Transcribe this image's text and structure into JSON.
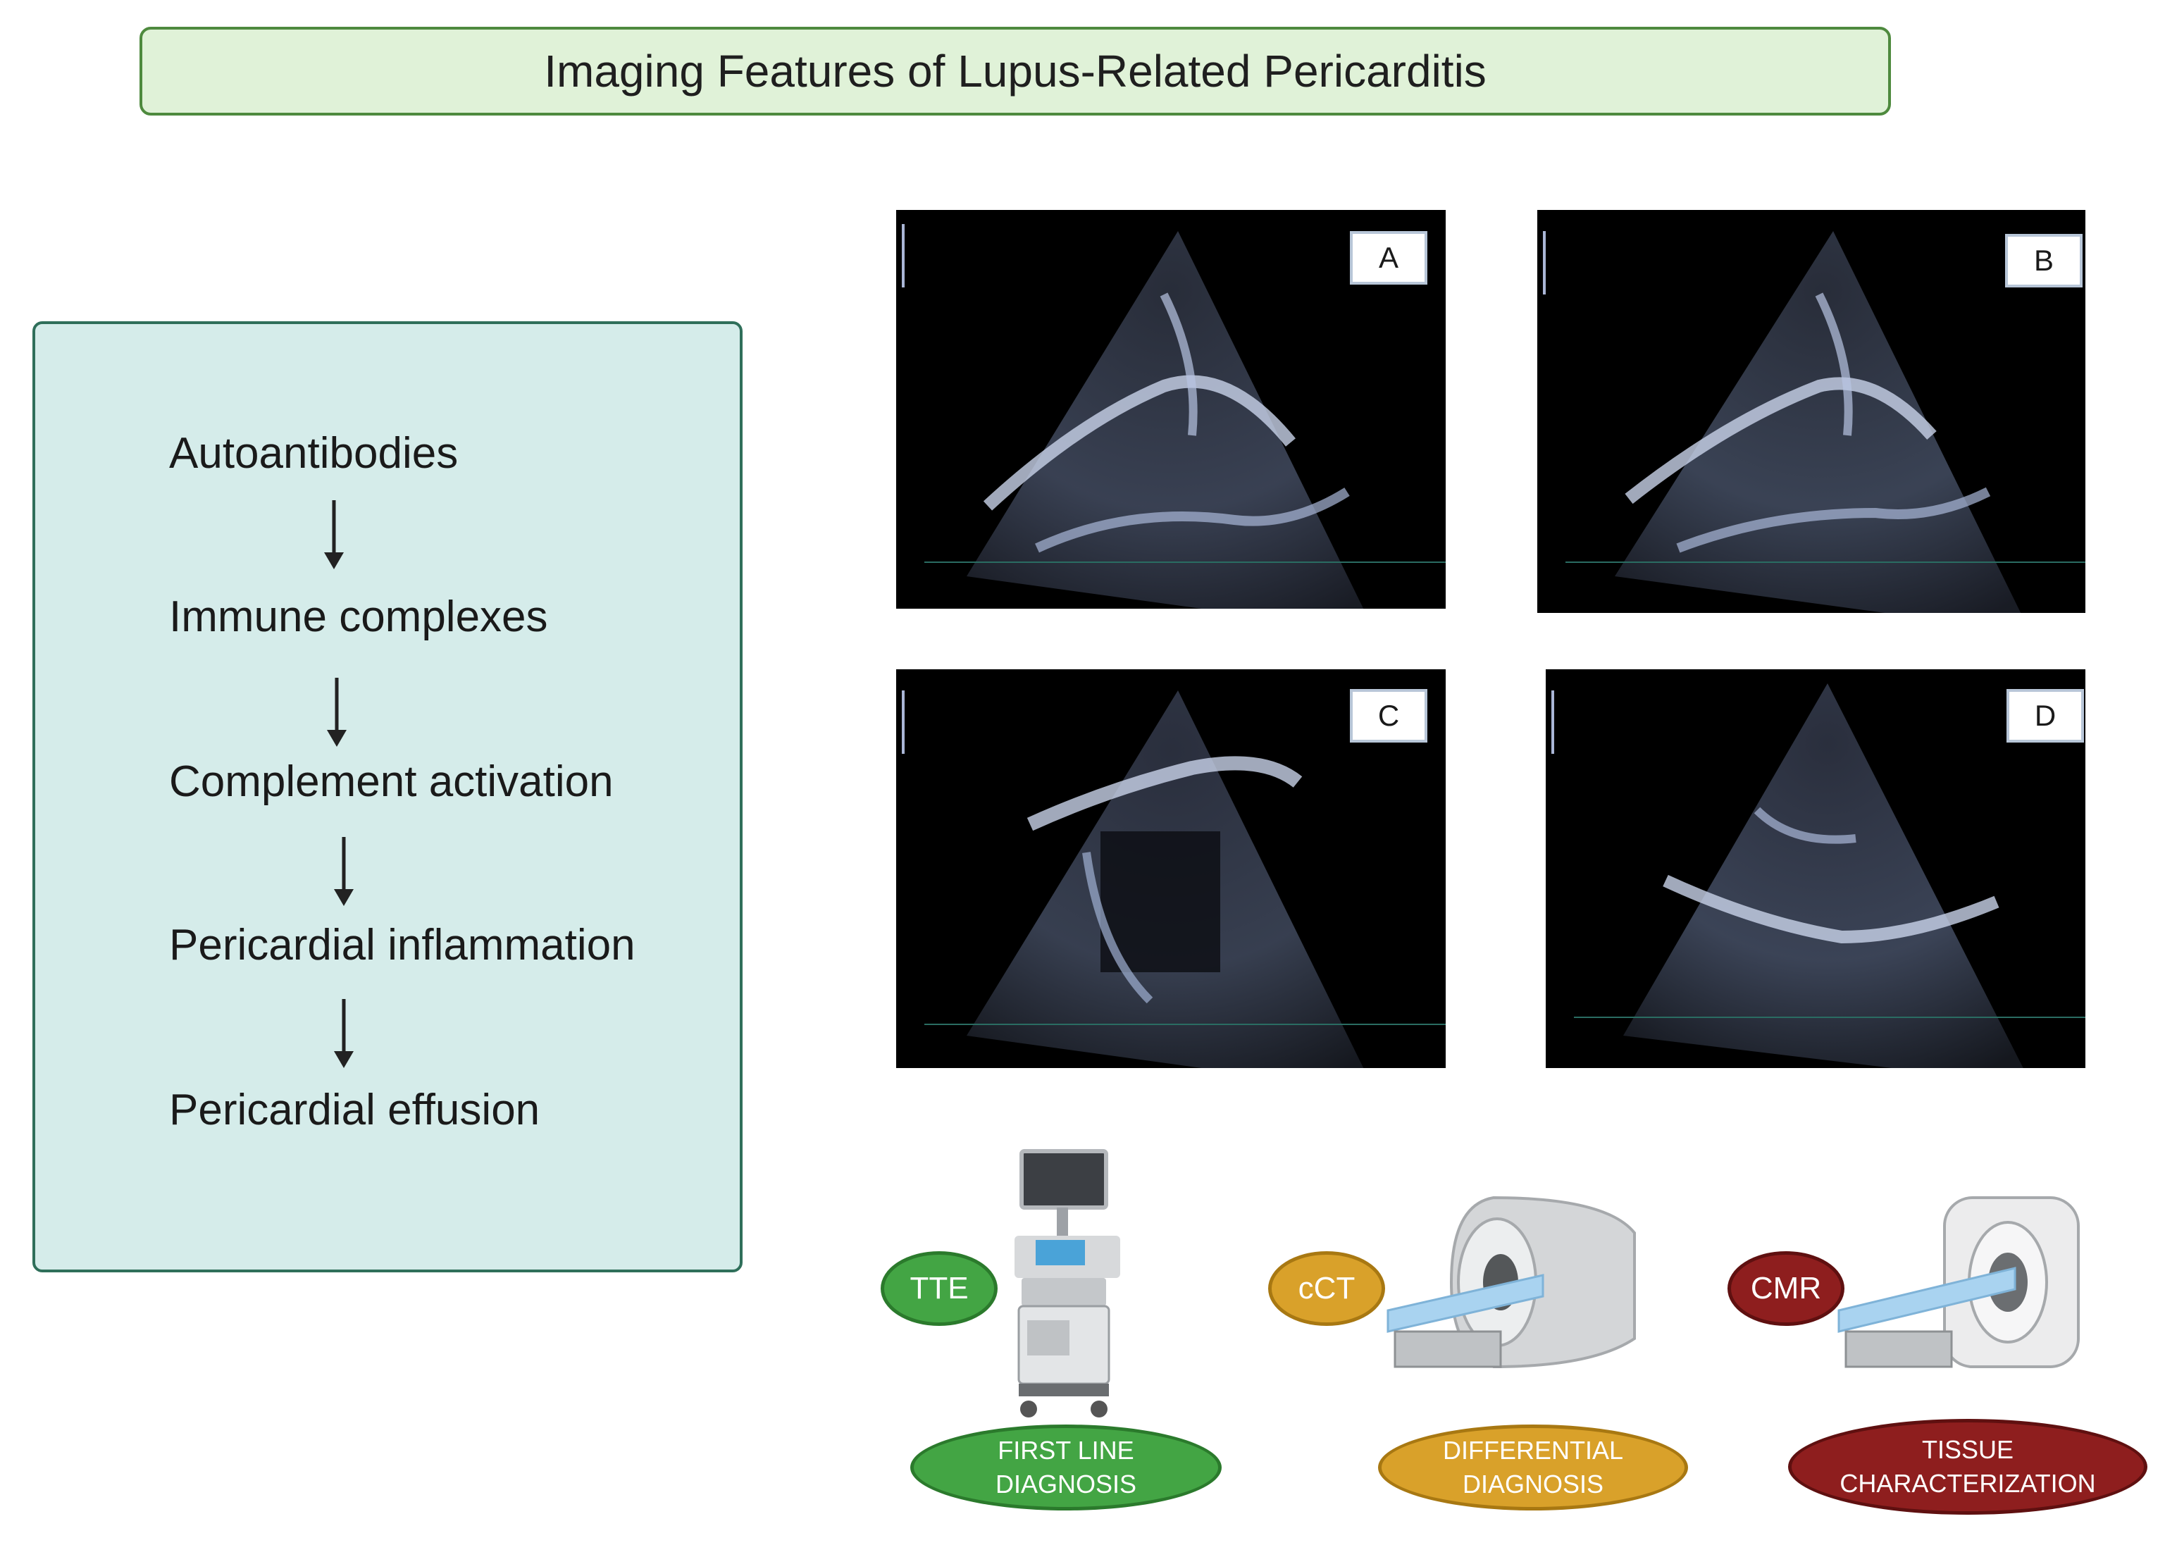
{
  "title": "Imaging Features of Lupus-Related Pericarditis",
  "pathway": {
    "steps": [
      "Autoantibodies",
      "Immune complexes",
      "Complement activation",
      "Pericardial inflammation",
      "Pericardial effusion"
    ]
  },
  "echo_panels": [
    {
      "label": "A"
    },
    {
      "label": "B"
    },
    {
      "label": "C"
    },
    {
      "label": "D"
    }
  ],
  "modalities": [
    {
      "abbr": "TTE",
      "role": "FIRST LINE\nDIAGNOSIS",
      "color": "#43a544",
      "border": "#2b7a2c"
    },
    {
      "abbr": "cCT",
      "role": "DIFFERENTIAL\nDIAGNOSIS",
      "color": "#d9a12a",
      "border": "#a87812"
    },
    {
      "abbr": "CMR",
      "role": "TISSUE\nCHARACTERIZATION",
      "color": "#8e1e1e",
      "border": "#5f1010"
    }
  ],
  "colors": {
    "title_bg": "#e0f2d8",
    "panel_bg": "#d5ecea"
  }
}
